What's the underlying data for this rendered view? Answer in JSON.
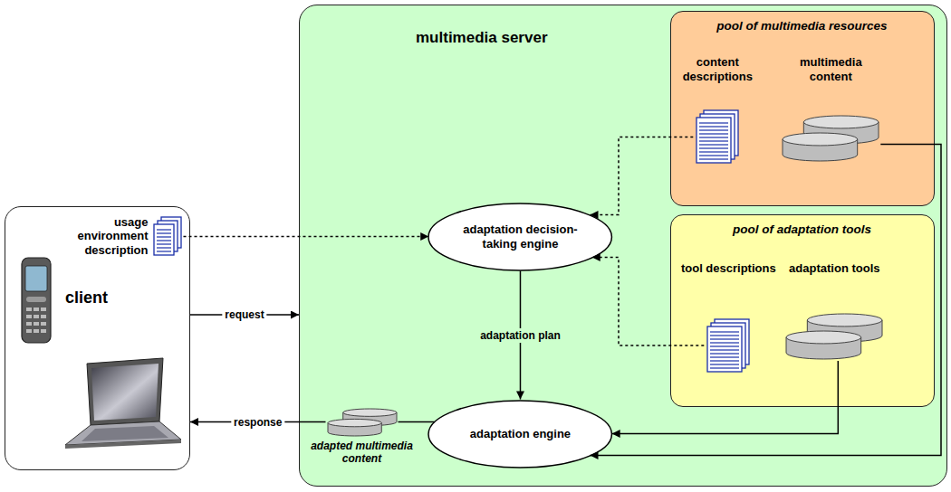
{
  "diagram": {
    "nodes": [
      {
        "text": [
          "client"
        ]
      },
      {
        "text": [
          "usage environment description"
        ],
        "in": 0
      },
      {
        "text": [
          "multimedia server"
        ]
      },
      {
        "text": [
          "pool of multimedia resources"
        ],
        "in": 2
      },
      {
        "text": [
          "content descriptions"
        ],
        "in": 3
      },
      {
        "text": [
          "multimedia content"
        ],
        "in": 3
      },
      {
        "text": [
          "adaptation decision-taking engine"
        ],
        "in": 2
      },
      {
        "text": [
          "pool of adaptation tools"
        ],
        "in": 2
      },
      {
        "text": [
          "tool descriptions"
        ],
        "in": 7
      },
      {
        "text": [
          "adaptation tools"
        ],
        "in": 7
      },
      {
        "text": [
          "adaptation engine"
        ],
        "in": 2
      },
      {
        "text": [
          "adapted multimedia content"
        ],
        "in": 2
      }
    ],
    "edges": [
      {
        "from": 1,
        "to": 6,
        "arrow": "to"
      },
      {
        "from": 0,
        "to": 2,
        "label": "request",
        "arrow": "to"
      },
      {
        "from": 4,
        "to": 6,
        "arrow": "to"
      },
      {
        "from": 8,
        "to": 6,
        "arrow": "to"
      },
      {
        "from": 6,
        "to": 10,
        "label": "adaptation plan",
        "arrow": "to"
      },
      {
        "from": 9,
        "to": 10,
        "arrow": "to"
      },
      {
        "from": 5,
        "to": 10,
        "arrow": "to"
      },
      {
        "from": 10,
        "to": 11,
        "arrow": "none"
      },
      {
        "from": 11,
        "to": 0,
        "label": "response",
        "arrow": "to"
      }
    ]
  }
}
